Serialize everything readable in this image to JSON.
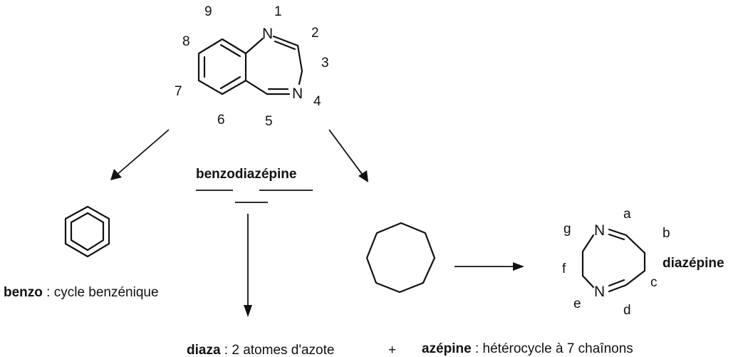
{
  "benzodiazepine": {
    "atoms": {
      "n1": "N",
      "n4": "N"
    },
    "numbers": [
      "1",
      "2",
      "3",
      "4",
      "5",
      "6",
      "7",
      "8",
      "9"
    ]
  },
  "word": {
    "prefix": "benzo",
    "middle": "dia",
    "suffix": "zépine"
  },
  "benzo": {
    "term": "benzo",
    "desc": " : cycle benzénique"
  },
  "diaza": {
    "term": "diaza",
    "desc": " : 2 atomes d'azote"
  },
  "plus": "+",
  "azepine": {
    "term": "azépine",
    "desc": " : hétérocycle à 7 chaînons"
  },
  "diazepine": {
    "atoms": {
      "top": "N",
      "bottom": "N"
    },
    "letters": [
      "a",
      "b",
      "c",
      "d",
      "e",
      "f",
      "g"
    ],
    "name": "diazépine"
  }
}
